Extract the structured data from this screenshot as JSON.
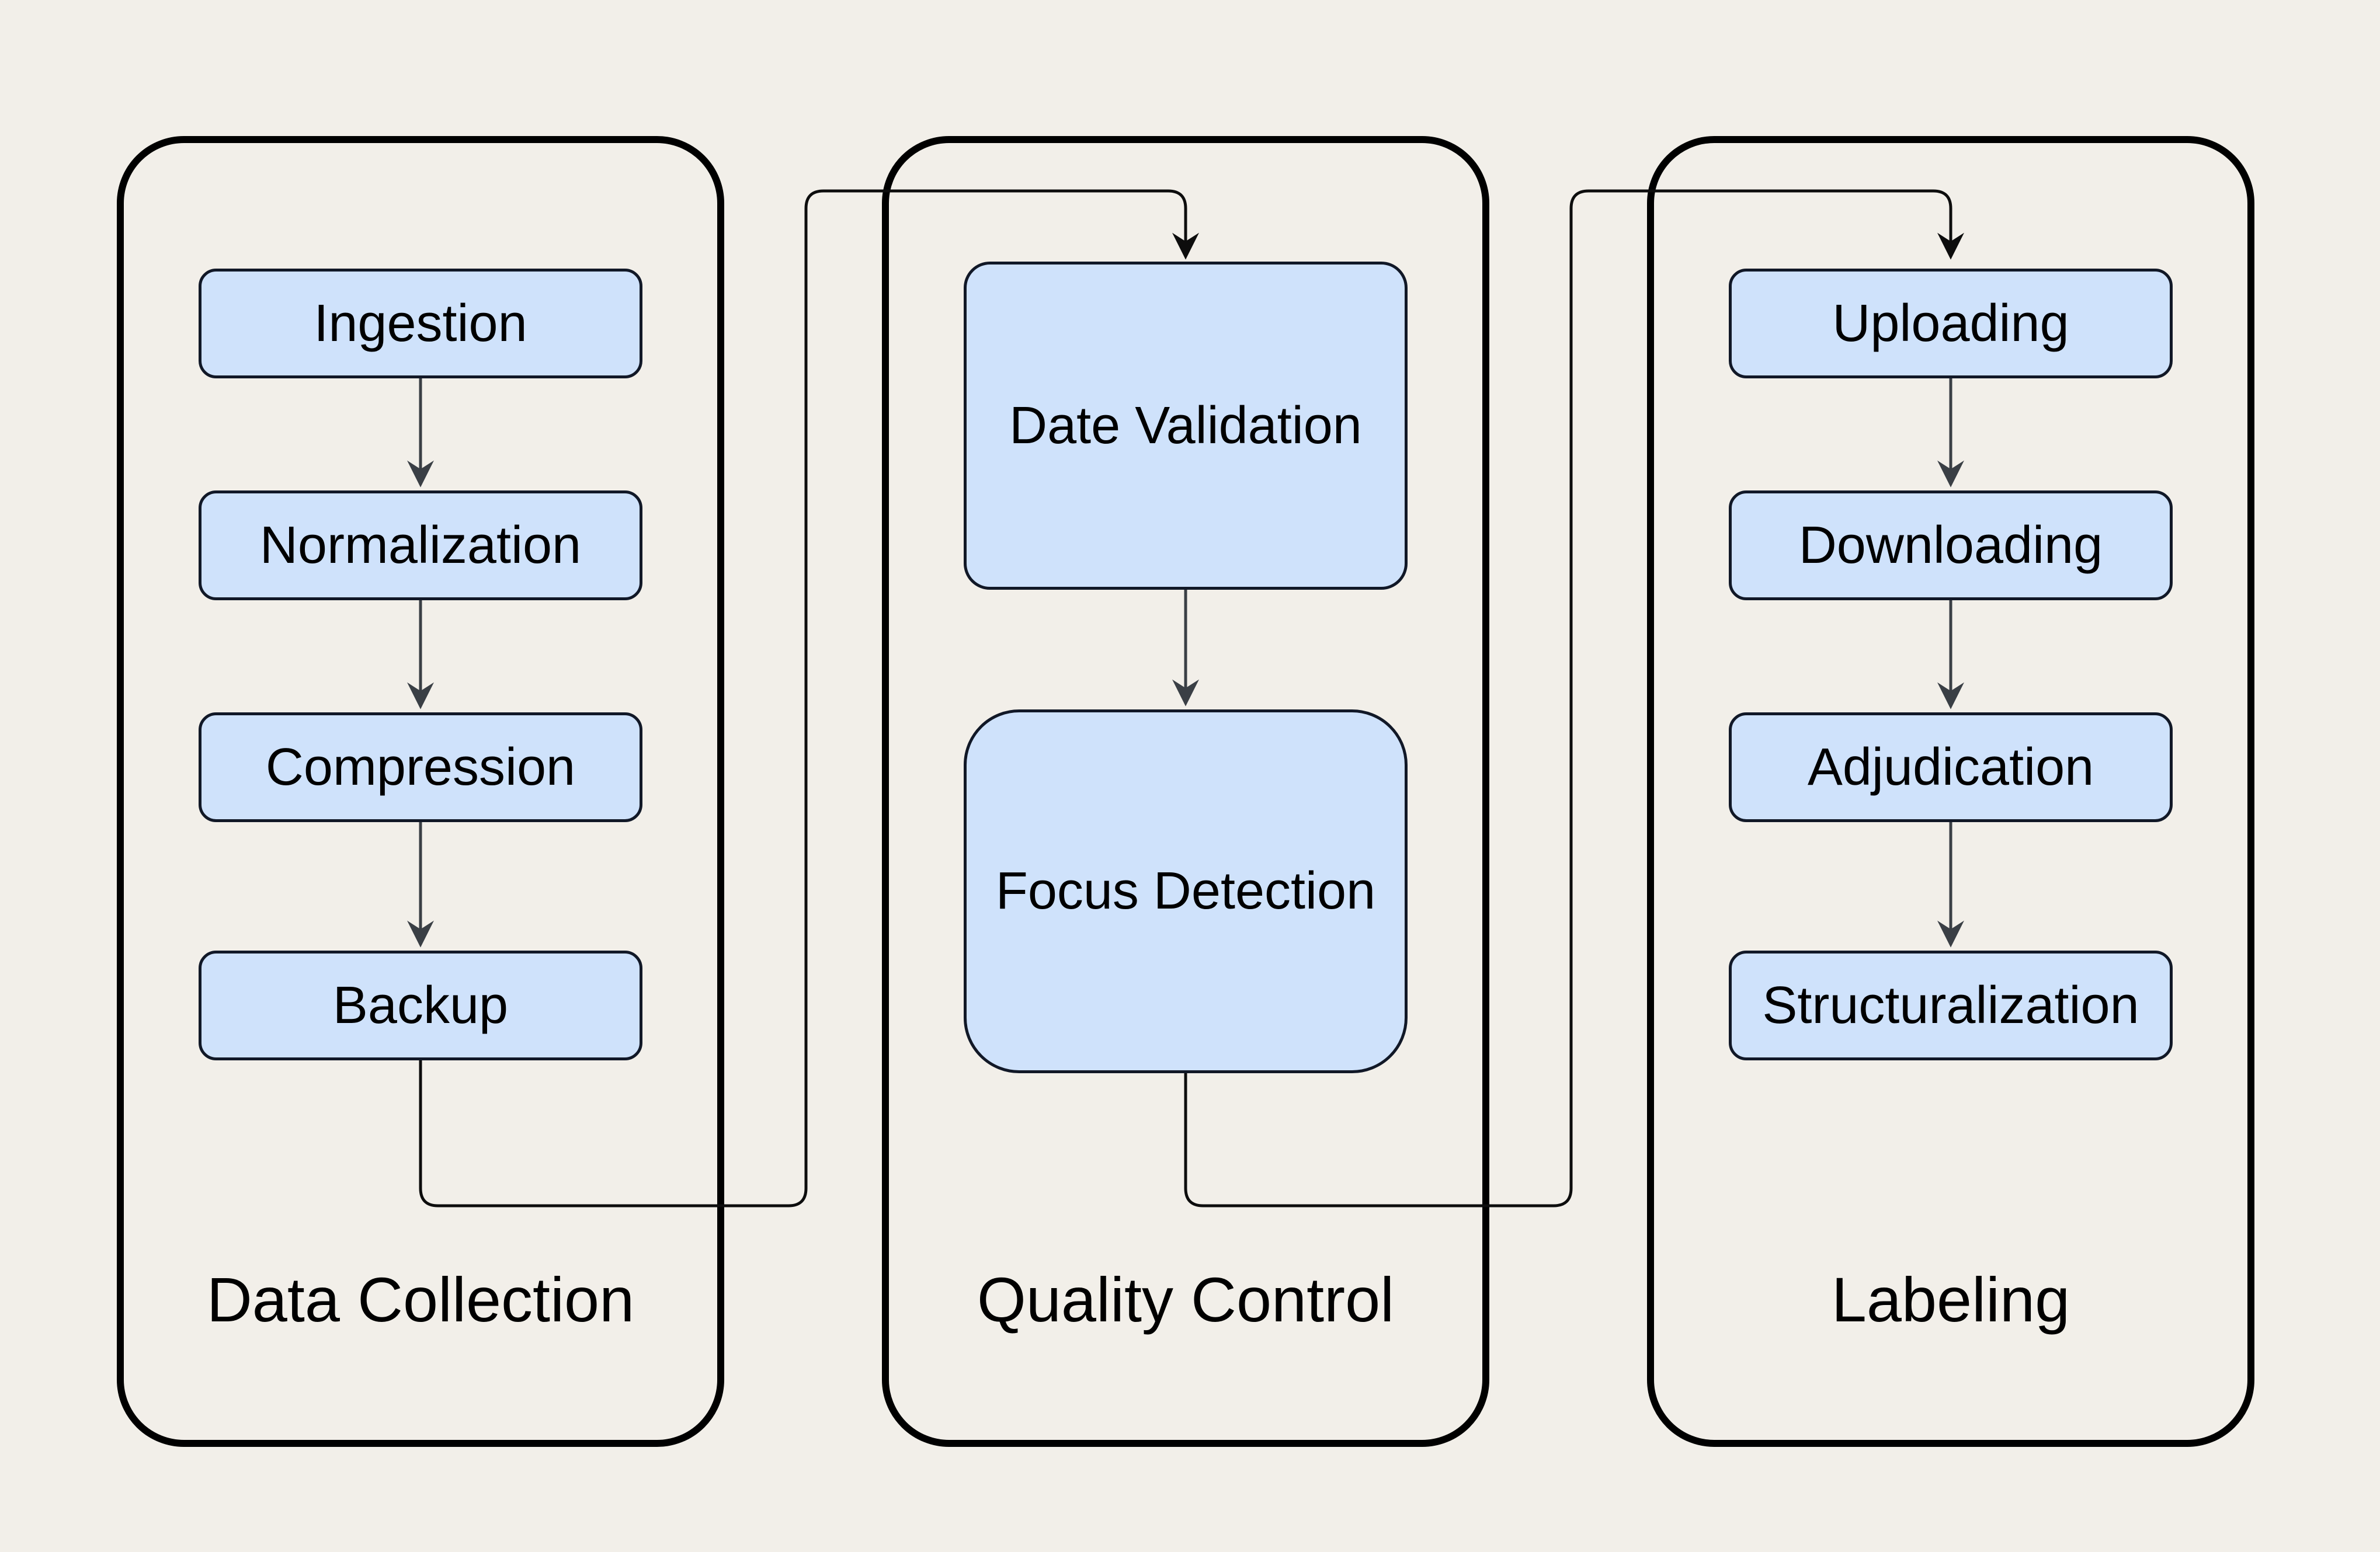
{
  "diagram": {
    "type": "flowchart-pipeline",
    "colors": {
      "background": "#F2EFE9",
      "node_fill": "#CFE2FB",
      "node_border": "#111827",
      "container_border": "#000000",
      "inner_arrow": "#3A3F45",
      "connector_arrow": "#0D0D0D",
      "text": "#000000"
    },
    "columns": [
      {
        "id": "data-collection",
        "title": "Data Collection",
        "boxes": [
          "Ingestion",
          "Normalization",
          "Compression",
          "Backup"
        ]
      },
      {
        "id": "quality-control",
        "title": "Quality Control",
        "boxes": [
          "Date Validation",
          "Focus Detection"
        ]
      },
      {
        "id": "labeling",
        "title": "Labeling",
        "boxes": [
          "Uploading",
          "Downloading",
          "Adjudication",
          "Structuralization"
        ]
      }
    ],
    "connections": [
      {
        "from": "Ingestion",
        "to": "Normalization"
      },
      {
        "from": "Normalization",
        "to": "Compression"
      },
      {
        "from": "Compression",
        "to": "Backup"
      },
      {
        "from": "Backup",
        "to": "Date Validation"
      },
      {
        "from": "Date Validation",
        "to": "Focus Detection"
      },
      {
        "from": "Focus Detection",
        "to": "Uploading"
      },
      {
        "from": "Uploading",
        "to": "Downloading"
      },
      {
        "from": "Downloading",
        "to": "Adjudication"
      },
      {
        "from": "Adjudication",
        "to": "Structuralization"
      }
    ]
  }
}
